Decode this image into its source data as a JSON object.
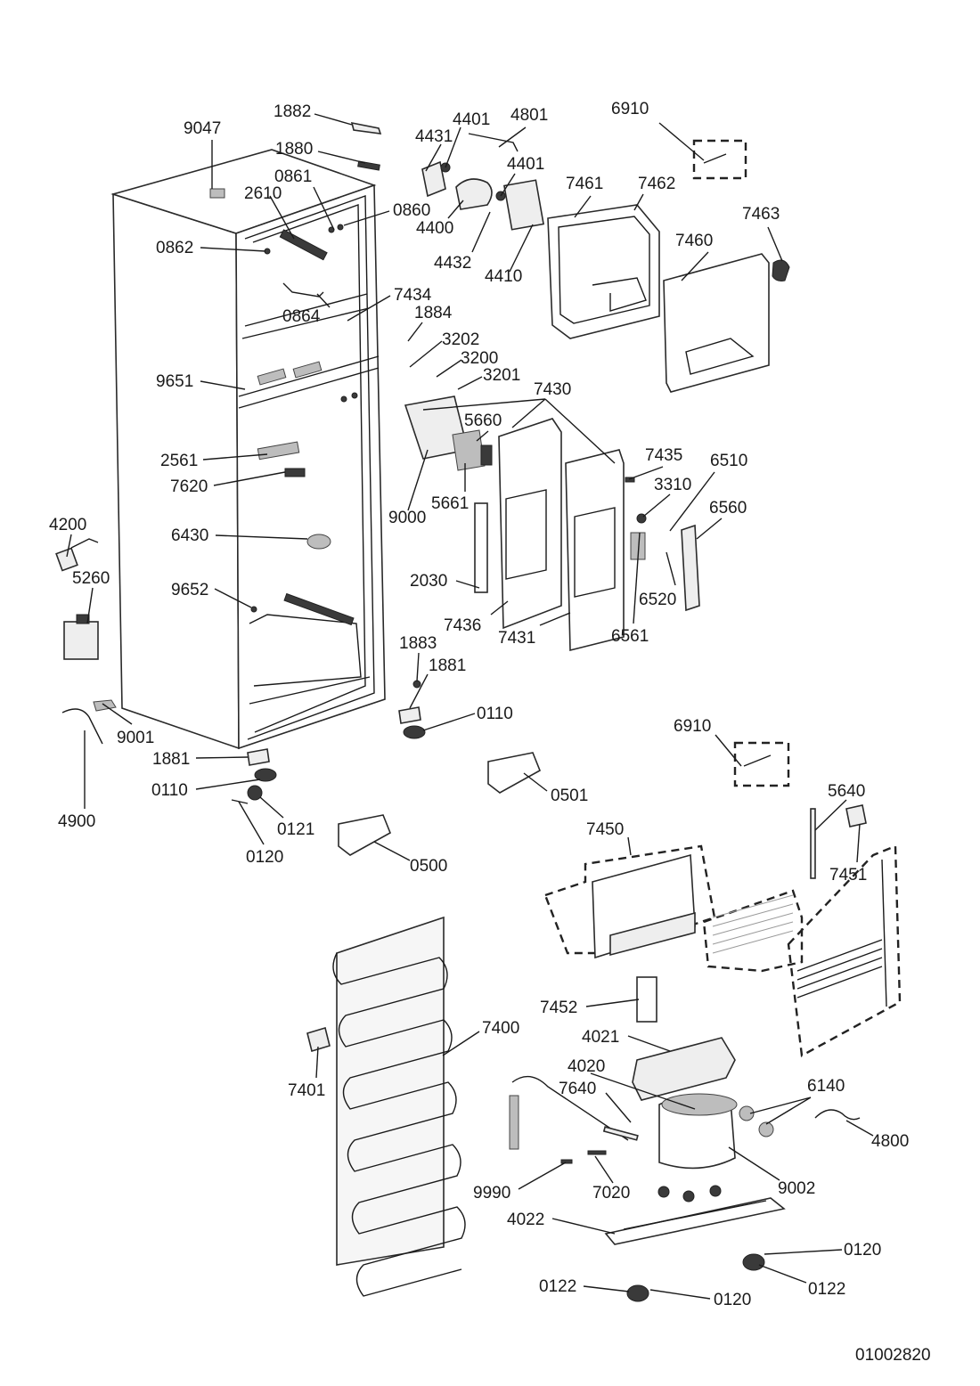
{
  "drawing_number": "01002820",
  "callouts": [
    {
      "id": "c1882a",
      "text": "1882"
    },
    {
      "id": "c9047",
      "text": "9047"
    },
    {
      "id": "c1880",
      "text": "1880"
    },
    {
      "id": "c0861",
      "text": "0861"
    },
    {
      "id": "c2610",
      "text": "2610"
    },
    {
      "id": "c0860",
      "text": "0860"
    },
    {
      "id": "c0862",
      "text": "0862"
    },
    {
      "id": "c0864",
      "text": "0864"
    },
    {
      "id": "c7434",
      "text": "7434"
    },
    {
      "id": "c1884",
      "text": "1884"
    },
    {
      "id": "c3202",
      "text": "3202"
    },
    {
      "id": "c3200",
      "text": "3200"
    },
    {
      "id": "c3201",
      "text": "3201"
    },
    {
      "id": "c9651",
      "text": "9651"
    },
    {
      "id": "c4401a",
      "text": "4401"
    },
    {
      "id": "c4801",
      "text": "4801"
    },
    {
      "id": "c4431",
      "text": "4431"
    },
    {
      "id": "c4401b",
      "text": "4401"
    },
    {
      "id": "c4400",
      "text": "4400"
    },
    {
      "id": "c4432",
      "text": "4432"
    },
    {
      "id": "c4410",
      "text": "4410"
    },
    {
      "id": "c6910a",
      "text": "6910"
    },
    {
      "id": "c7461",
      "text": "7461"
    },
    {
      "id": "c7462",
      "text": "7462"
    },
    {
      "id": "c7463",
      "text": "7463"
    },
    {
      "id": "c7460",
      "text": "7460"
    },
    {
      "id": "c7430",
      "text": "7430"
    },
    {
      "id": "c5660",
      "text": "5660"
    },
    {
      "id": "c2561",
      "text": "2561"
    },
    {
      "id": "c7620",
      "text": "7620"
    },
    {
      "id": "c9000",
      "text": "9000"
    },
    {
      "id": "c5661",
      "text": "5661"
    },
    {
      "id": "c7435",
      "text": "7435"
    },
    {
      "id": "c6510",
      "text": "6510"
    },
    {
      "id": "c3310",
      "text": "3310"
    },
    {
      "id": "c6560",
      "text": "6560"
    },
    {
      "id": "c4200",
      "text": "4200"
    },
    {
      "id": "c6430",
      "text": "6430"
    },
    {
      "id": "c5260",
      "text": "5260"
    },
    {
      "id": "c2030",
      "text": "2030"
    },
    {
      "id": "c6520",
      "text": "6520"
    },
    {
      "id": "c9652",
      "text": "9652"
    },
    {
      "id": "c7436",
      "text": "7436"
    },
    {
      "id": "c7431",
      "text": "7431"
    },
    {
      "id": "c6561",
      "text": "6561"
    },
    {
      "id": "c1883",
      "text": "1883"
    },
    {
      "id": "c1881a",
      "text": "1881"
    },
    {
      "id": "c0110a",
      "text": "0110"
    },
    {
      "id": "c9001",
      "text": "9001"
    },
    {
      "id": "c6910b",
      "text": "6910"
    },
    {
      "id": "c1881b",
      "text": "1881"
    },
    {
      "id": "c0110b",
      "text": "0110"
    },
    {
      "id": "c0501",
      "text": "0501"
    },
    {
      "id": "c4900",
      "text": "4900"
    },
    {
      "id": "c0121",
      "text": "0121"
    },
    {
      "id": "c5640",
      "text": "5640"
    },
    {
      "id": "c0120a",
      "text": "0120"
    },
    {
      "id": "c7450",
      "text": "7450"
    },
    {
      "id": "c0500",
      "text": "0500"
    },
    {
      "id": "c7451",
      "text": "7451"
    },
    {
      "id": "c7452",
      "text": "7452"
    },
    {
      "id": "c7400",
      "text": "7400"
    },
    {
      "id": "c4021",
      "text": "4021"
    },
    {
      "id": "c4020",
      "text": "4020"
    },
    {
      "id": "c7401",
      "text": "7401"
    },
    {
      "id": "c6140",
      "text": "6140"
    },
    {
      "id": "c7640",
      "text": "7640"
    },
    {
      "id": "c4800",
      "text": "4800"
    },
    {
      "id": "c9990",
      "text": "9990"
    },
    {
      "id": "c7020",
      "text": "7020"
    },
    {
      "id": "c9002",
      "text": "9002"
    },
    {
      "id": "c4022",
      "text": "4022"
    },
    {
      "id": "c0120b",
      "text": "0120"
    },
    {
      "id": "c0122a",
      "text": "0122"
    },
    {
      "id": "c0122b",
      "text": "0122"
    },
    {
      "id": "c0120c",
      "text": "0120"
    }
  ]
}
